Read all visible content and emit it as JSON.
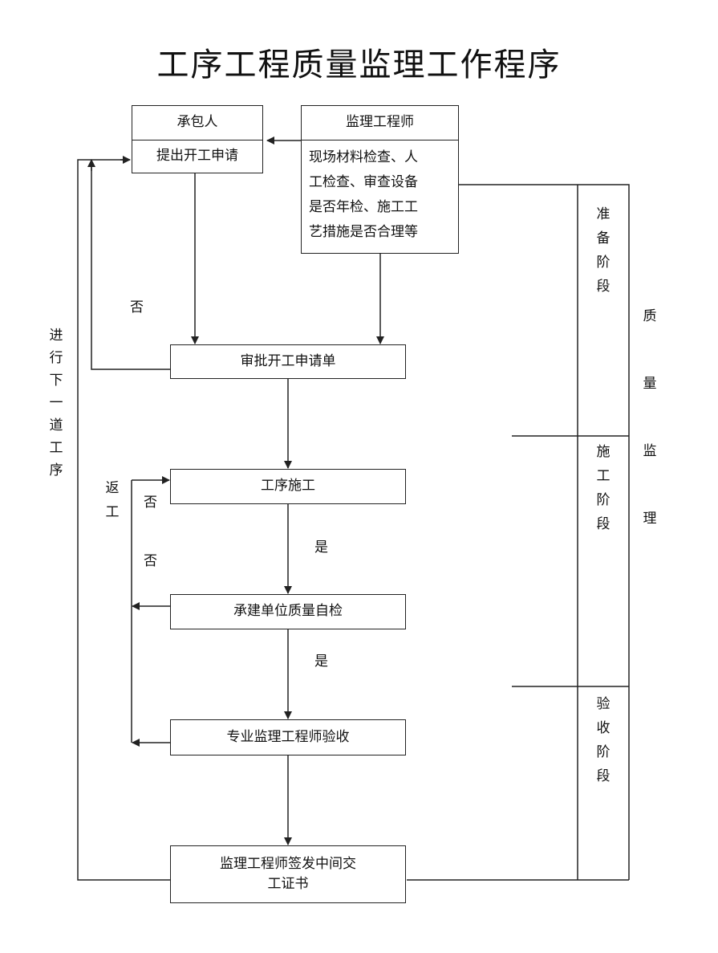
{
  "title": "工序工程质量监理工作程序",
  "contractor_box": {
    "header": "承包人",
    "action": "提出开工申请"
  },
  "engineer_box": {
    "header": "监理工程师",
    "lines": [
      "现场材料检查、人",
      "工检查、审查设备",
      "是否年检、施工工",
      "艺措施是否合理等"
    ]
  },
  "steps": {
    "approve": "审批开工申请单",
    "construct": "工序施工",
    "self_check": "承建单位质量自检",
    "accept": "专业监理工程师验收",
    "certificate": [
      "监理工程师签发中间交",
      "工证书"
    ]
  },
  "labels": {
    "no1": "否",
    "no2": "否",
    "no3": "否",
    "yes1": "是",
    "yes2": "是"
  },
  "rework": [
    "返",
    "工"
  ],
  "next_process": [
    "进",
    "行",
    "下",
    "一",
    "道",
    "工",
    "序"
  ],
  "stages": {
    "prep": [
      "准",
      "备",
      "阶",
      "段"
    ],
    "construction": [
      "施",
      "工",
      "阶",
      "段"
    ],
    "acceptance": [
      "验",
      "收",
      "阶",
      "段"
    ]
  },
  "quality_supervision": [
    "质",
    "量",
    "监",
    "理"
  ]
}
